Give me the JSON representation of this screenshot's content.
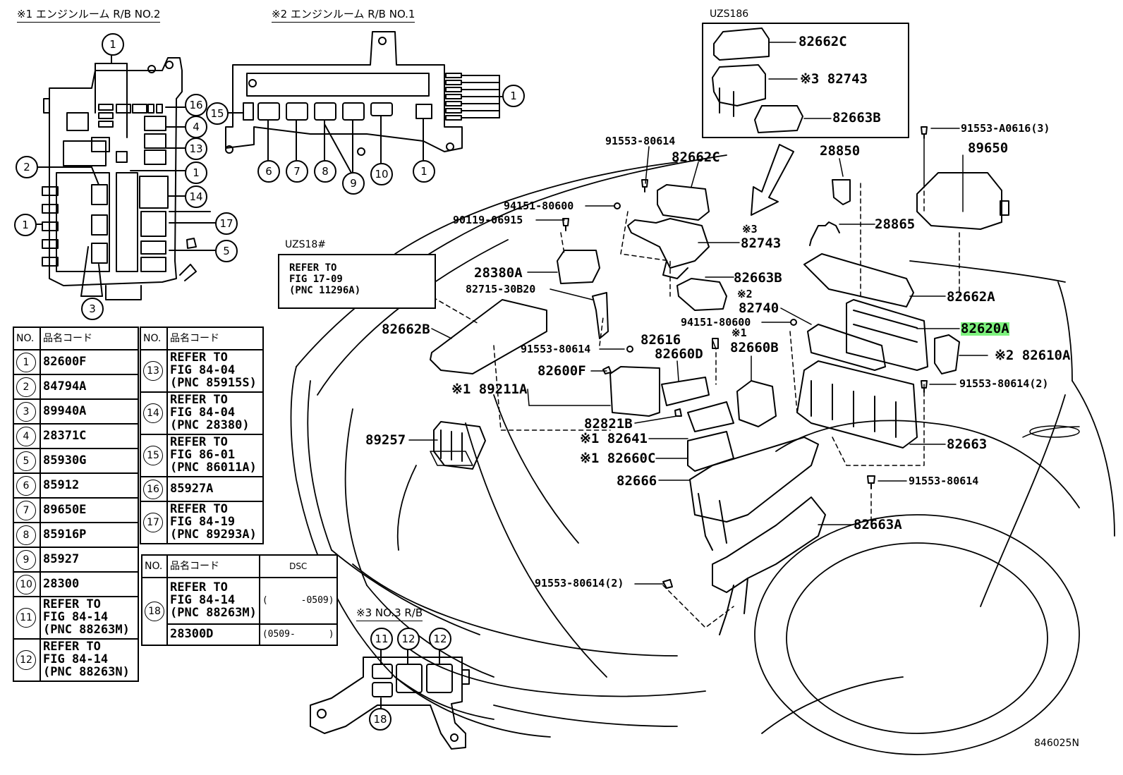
{
  "titles": {
    "rb2": "※1 エンジンルーム R/B NO.2",
    "rb1": "※2 エンジンルーム R/B NO.1",
    "rb3": "※3 NO.3 R/B",
    "uzs186": "UZS186",
    "uzs18x": "UZS18#"
  },
  "refer_box": [
    "REFER TO",
    "FIG 17-09",
    "(PNC 11296A)"
  ],
  "callouts": {
    "c82662C_top": "82662C",
    "c82743_top": "※3 82743",
    "c82663B_top": "82663B",
    "c91553_A0616": "91553-A0616(3)",
    "c89650": "89650",
    "c91553_80614a": "91553-80614",
    "c82662C": "82662C",
    "c28850": "28850",
    "c94151_80600a": "94151-80600",
    "c90119": "90119-06915",
    "c28865": "28865",
    "c82743": "82743",
    "c82743_mark": "※3",
    "c28380A": "28380A",
    "c82715": "82715-30B20",
    "c82663B": "82663B",
    "c82662A": "82662A",
    "c82740": "82740",
    "c82740_mark": "※2",
    "c82662B": "82662B",
    "c94151_80600b": "94151-80600",
    "c82620A": "82620A",
    "c82616": "82616",
    "c82660B": "82660B",
    "c82660B_mark": "※1",
    "c91553_80614b": "91553-80614",
    "c82660D": "82660D",
    "c82610A": "※2 82610A",
    "c82600F": "82600F",
    "c89211A": "※1 89211A",
    "c91553_80614_2a": "91553-80614(2)",
    "c82821B": "82821B",
    "c89257": "89257",
    "c82641": "※1 82641",
    "c82663": "82663",
    "c82660C": "※1 82660C",
    "c82666": "82666",
    "c91553_80614c": "91553-80614",
    "c82663A": "82663A",
    "c91553_80614_2b": "91553-80614(2)",
    "diagram_id": "846025N"
  },
  "rb2_numbers": [
    "1",
    "16",
    "4",
    "13",
    "2",
    "1",
    "14",
    "1",
    "17",
    "5",
    "3"
  ],
  "rb1_numbers": [
    "15",
    "1",
    "6",
    "7",
    "8",
    "9",
    "10",
    "1"
  ],
  "rb3_numbers": [
    "11",
    "12",
    "12",
    "18"
  ],
  "table1": {
    "headers": [
      "NO.",
      "品名コード"
    ],
    "rows": [
      {
        "no": "1",
        "code": "82600F"
      },
      {
        "no": "2",
        "code": "84794A"
      },
      {
        "no": "3",
        "code": "89940A"
      },
      {
        "no": "4",
        "code": "28371C"
      },
      {
        "no": "5",
        "code": "85930G"
      },
      {
        "no": "6",
        "code": "85912"
      },
      {
        "no": "7",
        "code": "89650E"
      },
      {
        "no": "8",
        "code": "85916P"
      },
      {
        "no": "9",
        "code": "85927"
      },
      {
        "no": "10",
        "code": "28300"
      },
      {
        "no": "11",
        "code": "REFER TO\nFIG 84-14\n(PNC 88263M)"
      },
      {
        "no": "12",
        "code": "REFER TO\nFIG 84-14\n(PNC 88263N)"
      }
    ]
  },
  "table2": {
    "headers": [
      "NO.",
      "品名コード"
    ],
    "rows": [
      {
        "no": "13",
        "code": "REFER TO\nFIG 84-04\n(PNC 85915S)"
      },
      {
        "no": "14",
        "code": "REFER TO\nFIG 84-04\n(PNC 28380)"
      },
      {
        "no": "15",
        "code": "REFER TO\nFIG 86-01\n(PNC 86011A)"
      },
      {
        "no": "16",
        "code": "85927A"
      },
      {
        "no": "17",
        "code": "REFER TO\nFIG 84-19\n(PNC 89293A)"
      }
    ]
  },
  "table3": {
    "headers": [
      "NO.",
      "品名コード",
      "DSC"
    ],
    "no": "18",
    "rows": [
      {
        "code": "REFER TO\nFIG 84-14\n(PNC 88263M)",
        "dsc": "(      -0509)"
      },
      {
        "code": "28300D",
        "dsc": "(0509-      )"
      }
    ]
  },
  "colors": {
    "highlight": "#7df27d",
    "ink": "#000000"
  }
}
